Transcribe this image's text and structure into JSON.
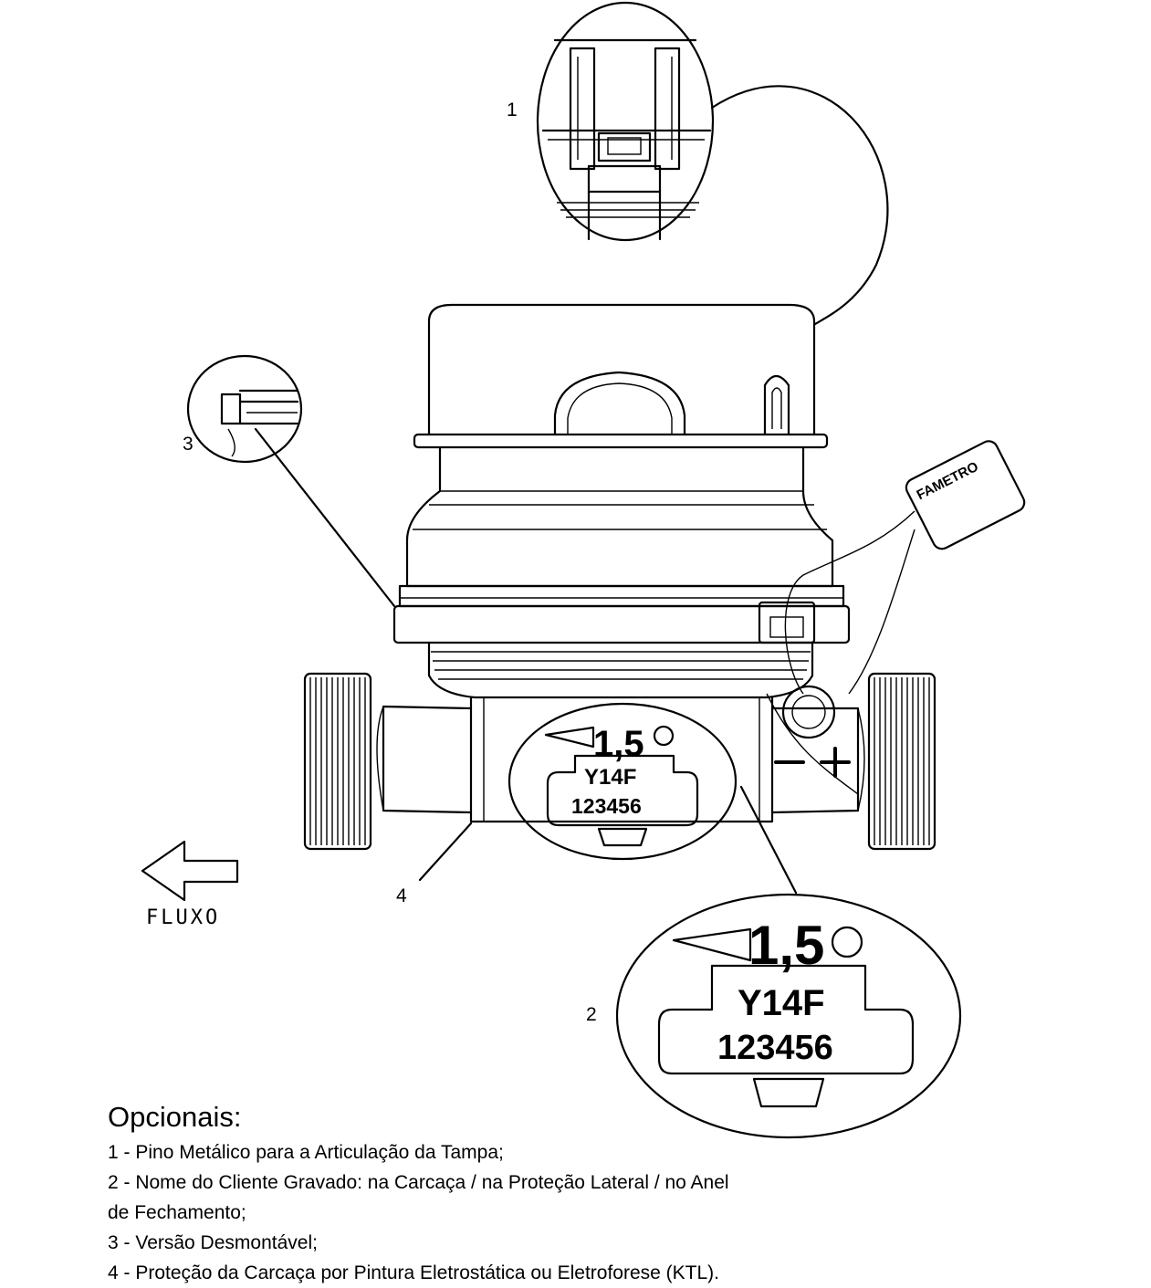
{
  "callouts": {
    "n1": "1",
    "n2": "2",
    "n3": "3",
    "n4": "4"
  },
  "marking": {
    "flow_rate": "1,5",
    "model_code": "Y14F",
    "serial": "123456"
  },
  "seal_tag_text": "FAMETRO",
  "flow_label": "FLUXO",
  "legend": {
    "title": "Opcionais:",
    "items": [
      "1 - Pino Metálico para a Articulação da Tampa;",
      "2 - Nome do Cliente Gravado: na Carcaça / na Proteção Lateral / no Anel",
      "de Fechamento;",
      "3 - Versão Desmontável;",
      "4 - Proteção da Carcaça por Pintura Eletrostática ou Eletroforese (KTL)."
    ]
  }
}
